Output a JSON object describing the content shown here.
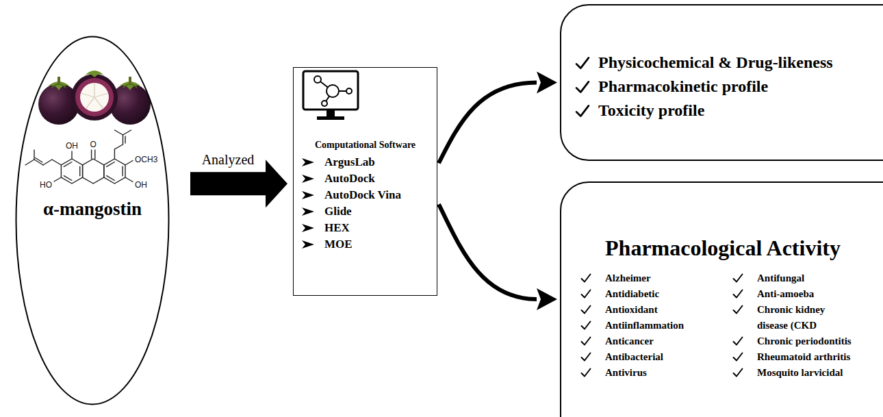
{
  "diagram": {
    "nodes": [
      {
        "text": [
          "α-mangostin"
        ]
      },
      {
        "text": [
          "Computational Software",
          "ArgusLab",
          "AutoDock",
          "AutoDock Vina",
          "Glide",
          "HEX",
          "MOE"
        ]
      },
      {
        "text": [
          "Physicochemical & Drug-likeness",
          "Pharmacokinetic profile",
          "Toxicity profile"
        ]
      },
      {
        "text": [
          "Pharmacological Activity",
          "Alzheimer",
          "Antidiabetic",
          "Antioxidant",
          "Antiinflammation",
          "Anticancer",
          "Antibacterial",
          "Antivirus",
          "Antifungal",
          "Anti-amoeba",
          "Chronic kidney disease (CKD",
          "Chronic periodontitis",
          "Rheumatoid arthritis",
          "Mosquito larvicidal"
        ]
      }
    ],
    "edges": [
      {
        "from": 0,
        "to": 1,
        "label": "Analyzed",
        "arrow": "to"
      },
      {
        "from": 1,
        "to": 2,
        "arrow": "to"
      },
      {
        "from": 1,
        "to": 3,
        "arrow": "to"
      }
    ],
    "labels": [
      "OH",
      "O",
      "OCH3",
      "HO",
      "OH"
    ]
  }
}
